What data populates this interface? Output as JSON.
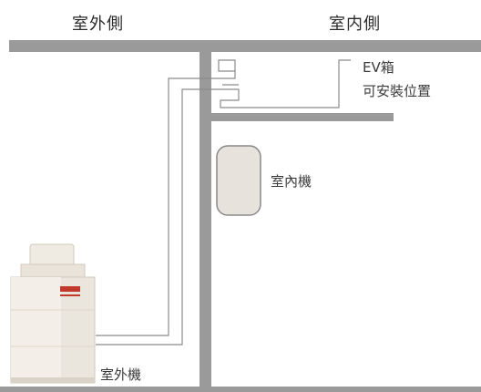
{
  "headers": {
    "outdoor_side": "室外側",
    "indoor_side": "室内側"
  },
  "labels": {
    "ev_box_line1": "EV箱",
    "ev_box_line2": "可安裝位置",
    "indoor_unit": "室內機",
    "outdoor_unit": "室外機"
  },
  "colors": {
    "wall": "#9a9a9a",
    "pipe": "#8c8c8c",
    "indoor_unit_fill": "#e8e2dc",
    "indoor_unit_border": "#8a8a8a",
    "outdoor_unit_body": "#ebe6dd",
    "outdoor_unit_accent": "#c0392b",
    "text": "#333333"
  }
}
